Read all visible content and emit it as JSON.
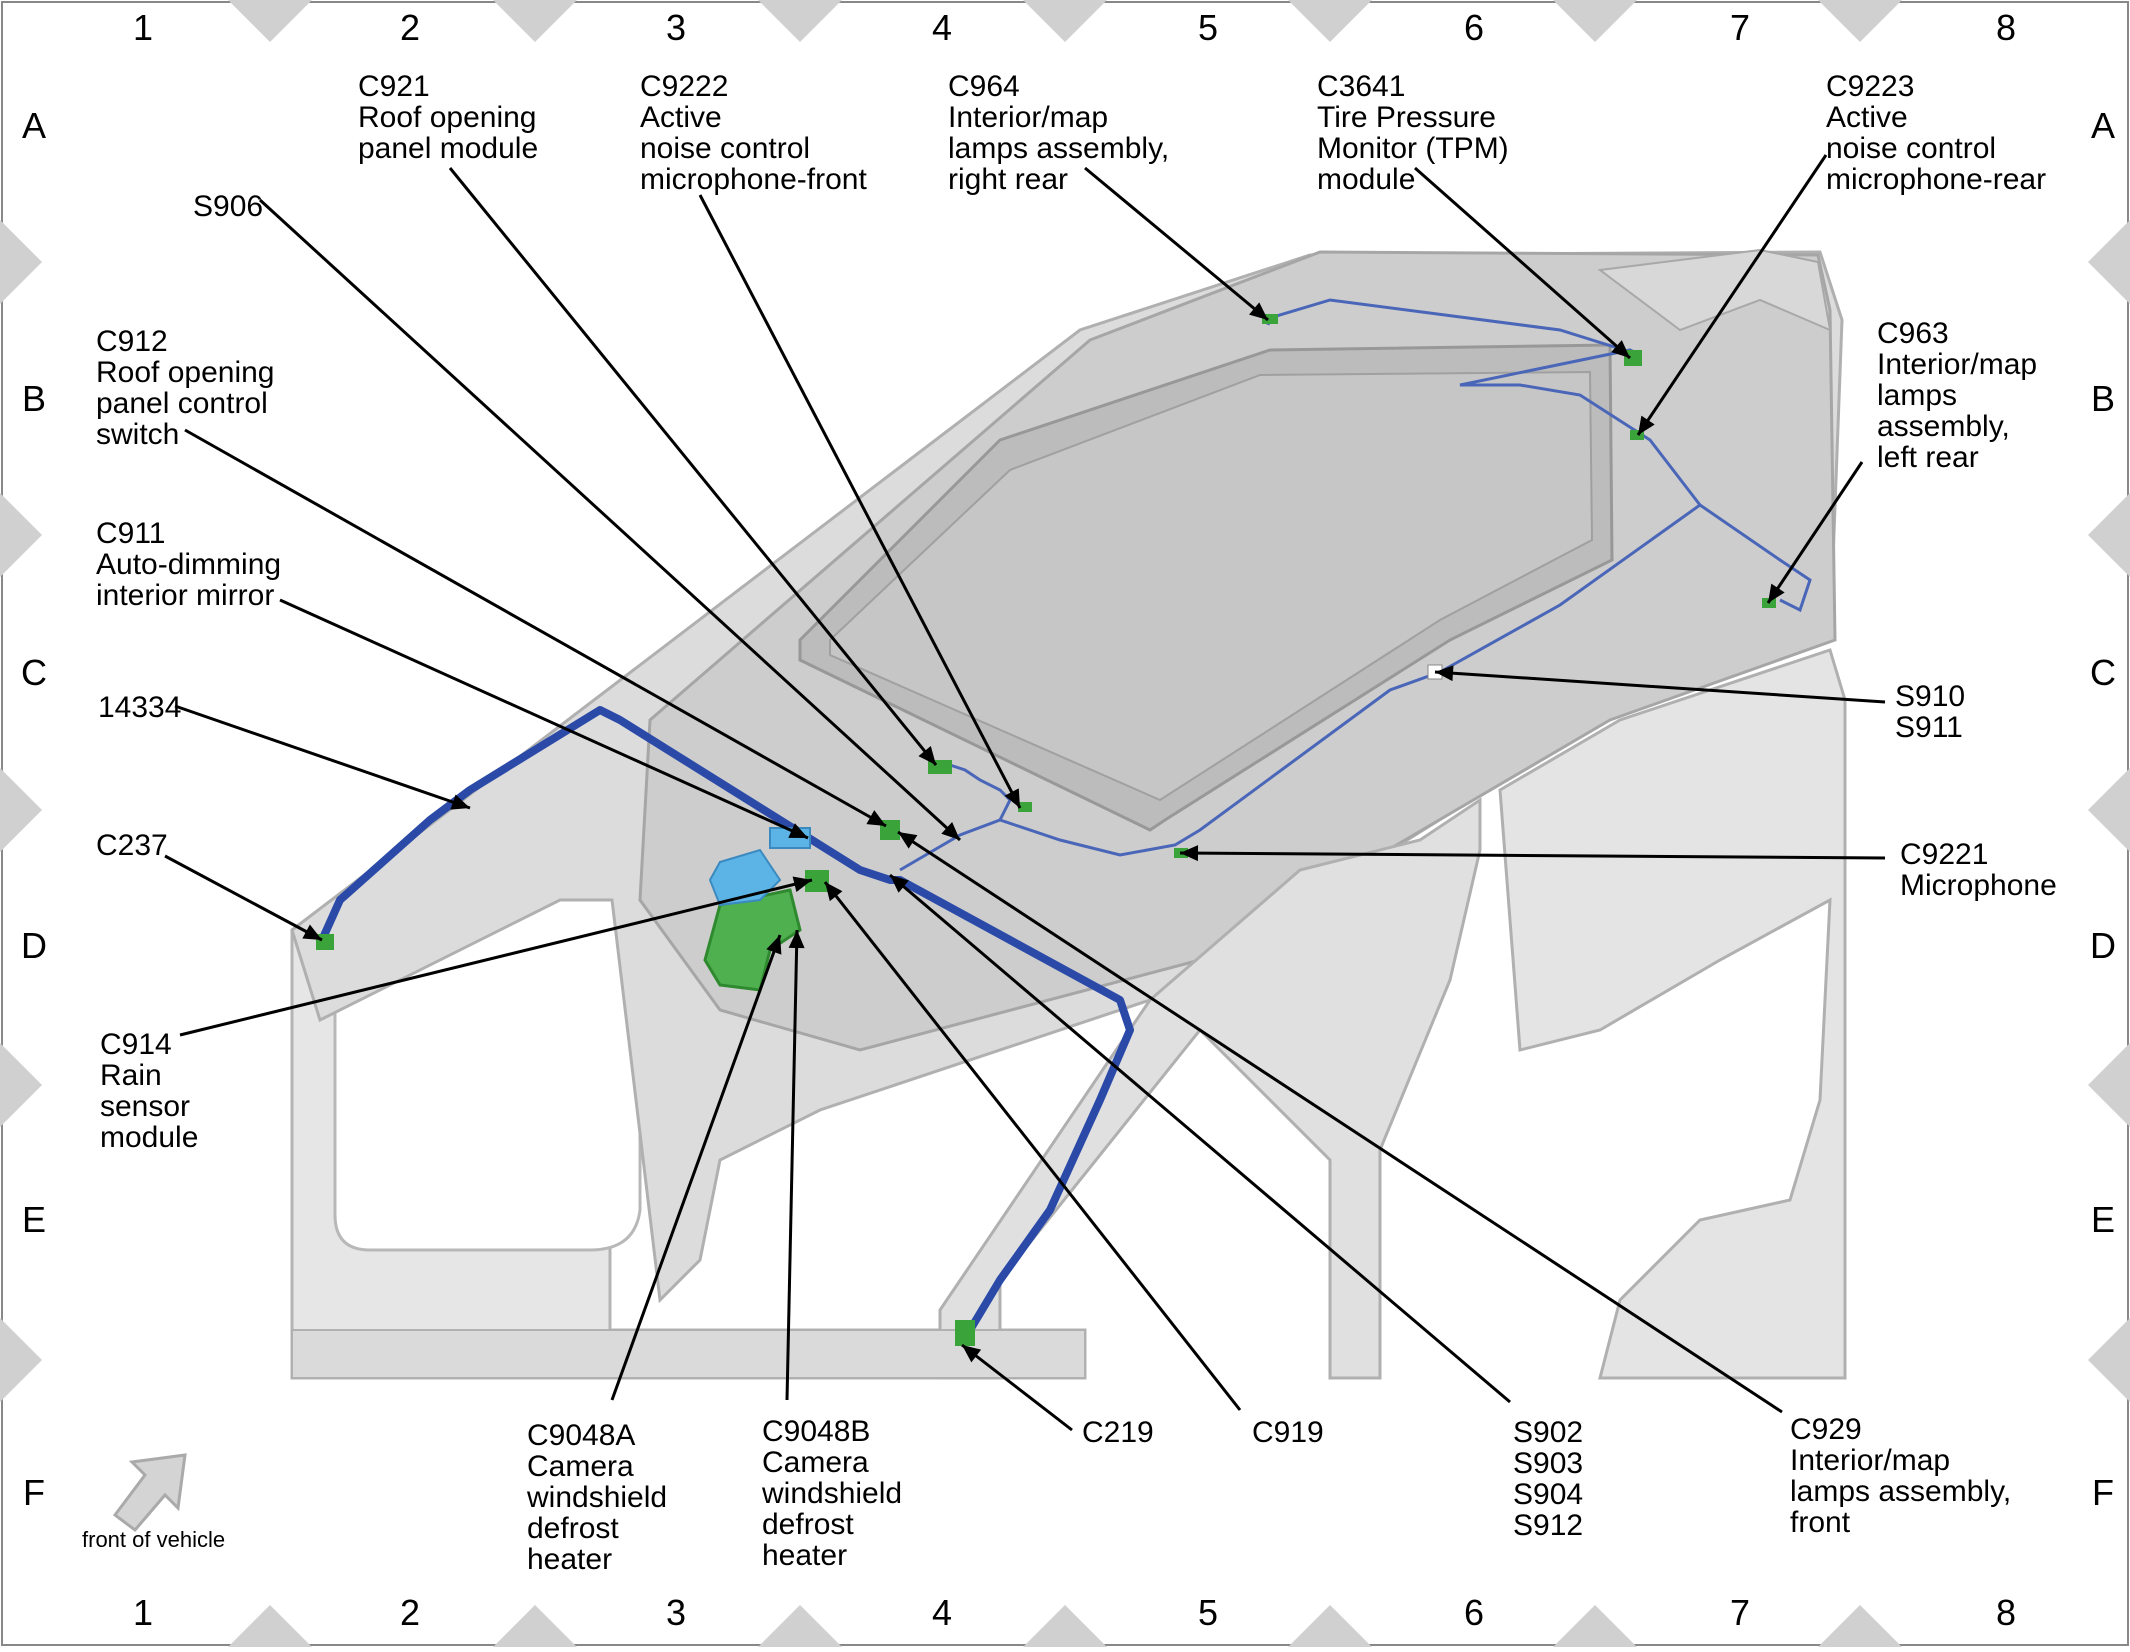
{
  "grid": {
    "columns": [
      "1",
      "2",
      "3",
      "4",
      "5",
      "6",
      "7",
      "8"
    ],
    "rows": [
      "A",
      "B",
      "C",
      "D",
      "E",
      "F"
    ]
  },
  "labels": {
    "c921": [
      "C921",
      "Roof opening",
      "panel module"
    ],
    "c9222": [
      "C9222",
      "Active",
      "noise control",
      "microphone-front"
    ],
    "c964": [
      "C964",
      "Interior/map",
      "lamps assembly,",
      "right rear"
    ],
    "c3641": [
      "C3641",
      "Tire Pressure",
      "Monitor (TPM)",
      "module"
    ],
    "c9223": [
      "C9223",
      "Active",
      "noise control",
      "microphone-rear"
    ],
    "s906": [
      "S906"
    ],
    "c912": [
      "C912",
      "Roof opening",
      "panel control",
      "switch"
    ],
    "c963": [
      "C963",
      "Interior/map",
      "lamps",
      "assembly,",
      "left rear"
    ],
    "c911": [
      "C911",
      "Auto-dimming",
      "interior mirror"
    ],
    "s910": [
      "S910",
      "S911"
    ],
    "n14334": [
      "14334"
    ],
    "c237": [
      "C237"
    ],
    "c9221": [
      "C9221",
      "Microphone"
    ],
    "c914": [
      "C914",
      "Rain",
      "sensor",
      "module"
    ],
    "c9048a": [
      "C9048A",
      "Camera",
      "windshield",
      "defrost",
      "heater"
    ],
    "c9048b": [
      "C9048B",
      "Camera",
      "windshield",
      "defrost",
      "heater"
    ],
    "c219": [
      "C219"
    ],
    "c919": [
      "C919"
    ],
    "s902": [
      "S902",
      "S903",
      "S904",
      "S912"
    ],
    "c929": [
      "C929",
      "Interior/map",
      "lamps assembly,",
      "front"
    ]
  },
  "orientation": {
    "text": "front of vehicle"
  },
  "colors": {
    "harness": "#2b4aa8",
    "harness_light": "#5a78c8",
    "connector": "#3aa43a",
    "body_fill": "#e2e2e2",
    "roof_fill": "#cfcfcf",
    "frame_diamond": "#d0d0d0",
    "leader": "#000000",
    "module_blue": "#5cb4e6"
  }
}
